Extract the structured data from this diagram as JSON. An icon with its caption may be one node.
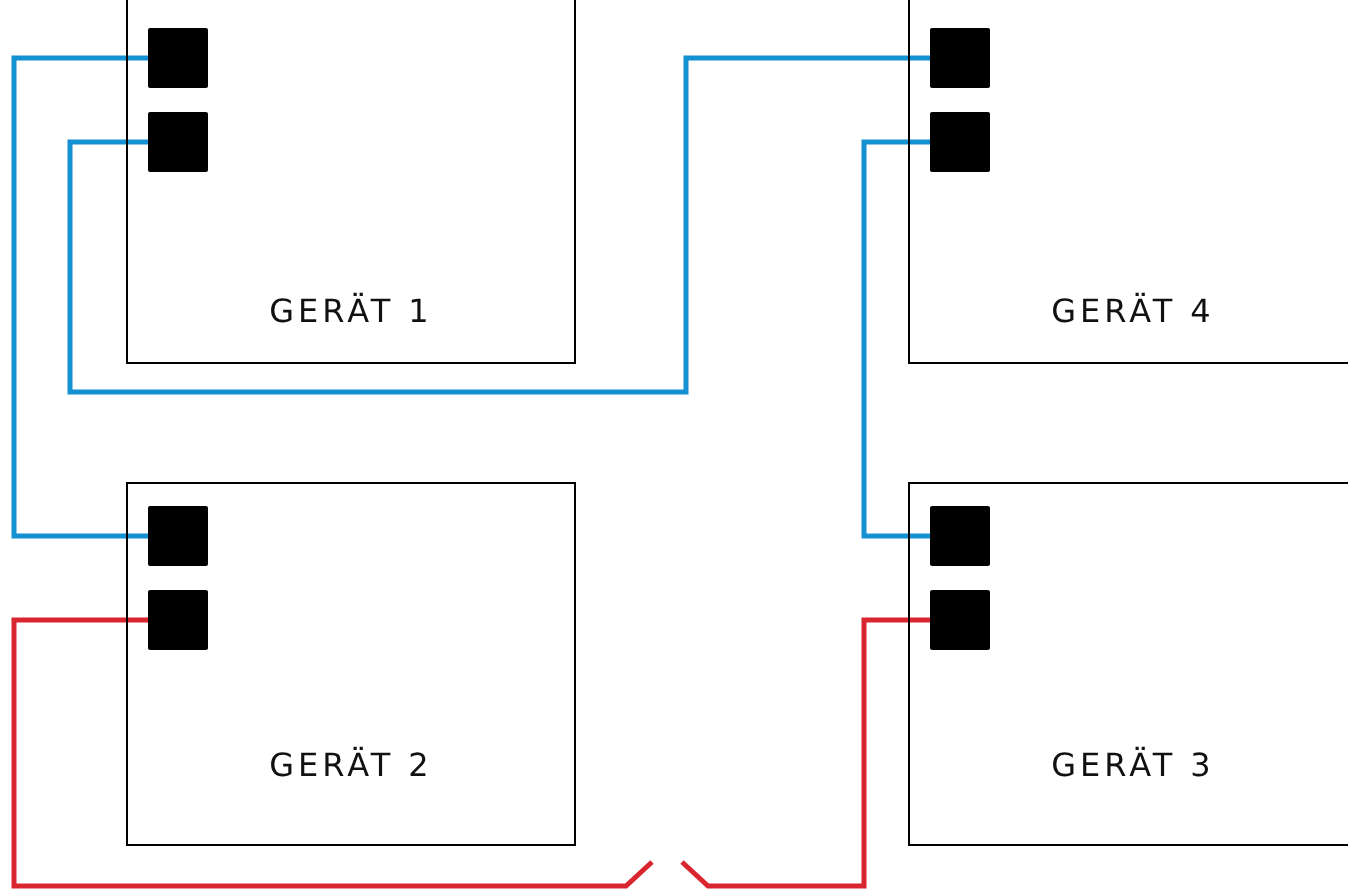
{
  "diagram": {
    "nodes": [
      {
        "text": [
          "GERÄT 1"
        ]
      },
      {
        "text": [],
        "shape": "box",
        "in": 0
      },
      {
        "text": [],
        "shape": "box",
        "in": 0
      },
      {
        "text": [
          "GERÄT 4"
        ]
      },
      {
        "text": [],
        "shape": "box",
        "in": 3
      },
      {
        "text": [],
        "shape": "box",
        "in": 3
      },
      {
        "text": [
          "GERÄT 2"
        ]
      },
      {
        "text": [],
        "shape": "box",
        "in": 6
      },
      {
        "text": [],
        "shape": "box",
        "in": 6
      },
      {
        "text": [
          "GERÄT 3"
        ]
      },
      {
        "text": [],
        "shape": "box",
        "in": 9
      },
      {
        "text": [],
        "shape": "box",
        "in": 9
      }
    ],
    "edges": [
      {
        "from": 1,
        "to": 7,
        "arrow": "none"
      },
      {
        "from": 2,
        "to": 4,
        "arrow": "none"
      },
      {
        "from": 5,
        "to": 10,
        "arrow": "none"
      },
      {
        "from": 8,
        "to": null,
        "arrow": "none",
        "color": "#d9262e"
      },
      {
        "from": null,
        "to": 11,
        "arrow": "none",
        "color": "#d9262e"
      }
    ]
  }
}
